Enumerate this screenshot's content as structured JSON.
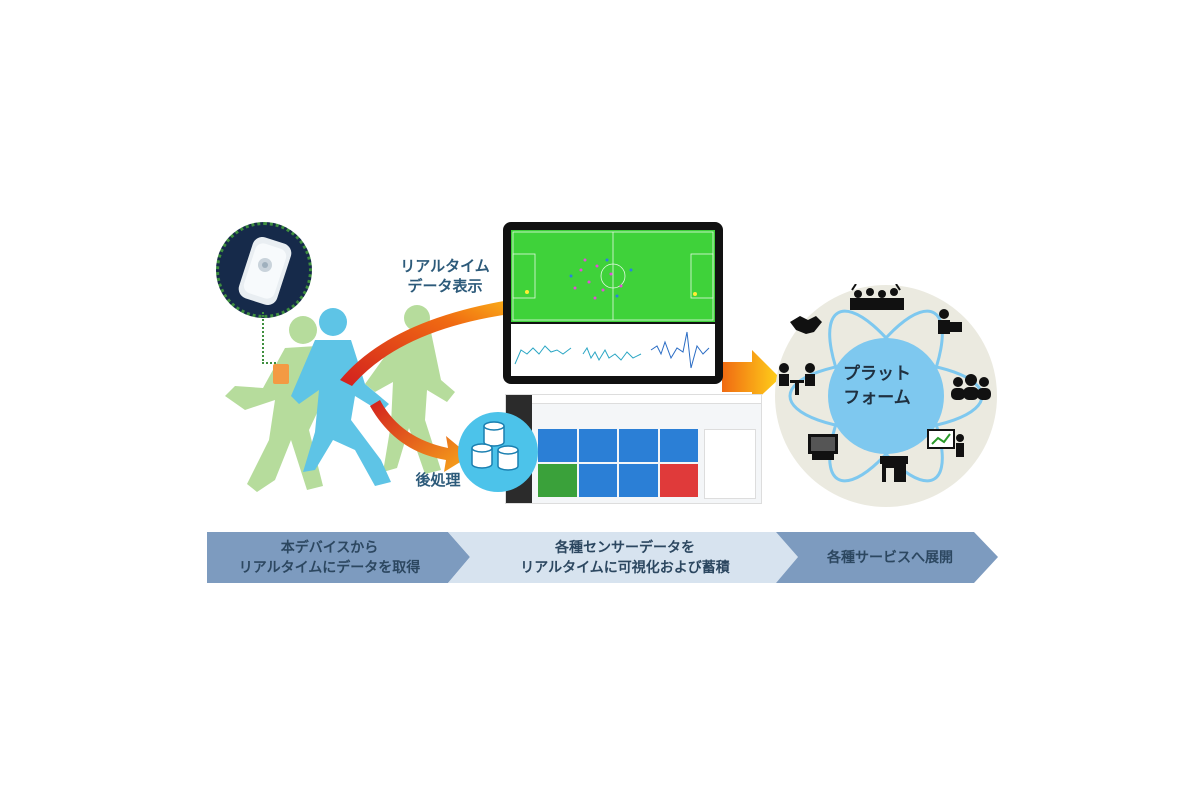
{
  "labels": {
    "realtime_line1": "リアルタイム",
    "realtime_line2": "データ表示",
    "post_processing": "後処理"
  },
  "platform": {
    "line1": "プラット",
    "line2": "フォーム",
    "icons": [
      "handshake-icon",
      "audience-icon",
      "presenter-icon",
      "group-icon",
      "meeting-icon",
      "screen-presentation-icon",
      "shop-icon",
      "tv-icon"
    ]
  },
  "flow": {
    "step1_line1": "本デバイスから",
    "step1_line2": "リアルタイムにデータを取得",
    "step2_line1": "各種センサーデータを",
    "step2_line2": "リアルタイムに可視化および蓄積",
    "step3": "各種サービスへ展開"
  },
  "colors": {
    "players_green": "#a8d48a",
    "player_blue": "#5bbfe0",
    "pitch_green": "#3fd23a",
    "tile_blue": "#2b7fd6",
    "tile_green": "#3aa13a",
    "tile_red": "#e03a3a",
    "flow_dark": "#7d9bbf",
    "flow_light": "#d7e3ef"
  }
}
